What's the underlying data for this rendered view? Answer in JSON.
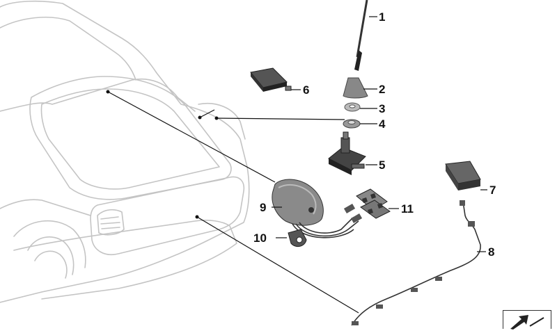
{
  "callouts": {
    "c1": "1",
    "c2": "2",
    "c3": "3",
    "c4": "4",
    "c5": "5",
    "c6": "6",
    "c7": "7",
    "c8": "8",
    "c9": "9",
    "c10": "10",
    "c11": "11"
  },
  "icons": {
    "corner_nav": "arrow-icon"
  },
  "colors": {
    "car_outline": "#c4c4c4",
    "parts": "#333333",
    "leader_lines": "#111111"
  }
}
